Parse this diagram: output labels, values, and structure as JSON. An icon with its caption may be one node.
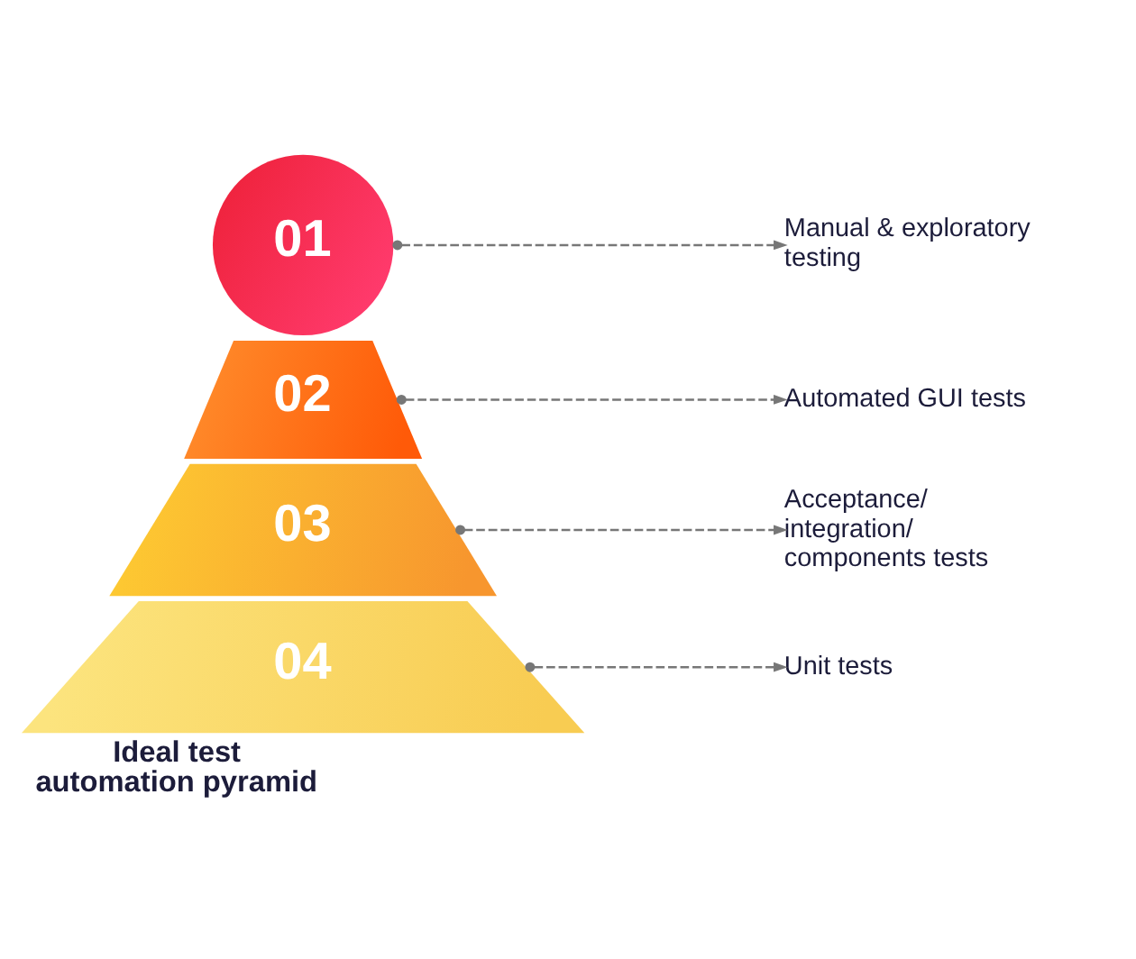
{
  "diagram": {
    "caption": "Ideal test automation pyramid",
    "nodes": [
      {
        "text": [
          "01"
        ]
      },
      {
        "text": [
          "02"
        ]
      },
      {
        "text": [
          "03"
        ]
      },
      {
        "text": [
          "04"
        ]
      },
      {
        "text": [
          "Manual & exploratory testing"
        ]
      },
      {
        "text": [
          "Automated GUI tests"
        ]
      },
      {
        "text": [
          "Acceptance/ integration/ components tests"
        ]
      },
      {
        "text": [
          "Unit tests"
        ]
      }
    ],
    "edges": [
      {
        "from": 0,
        "to": 4,
        "arrow": "to",
        "style": "dashed"
      },
      {
        "from": 1,
        "to": 5,
        "arrow": "to",
        "style": "dashed"
      },
      {
        "from": 2,
        "to": 6,
        "arrow": "to",
        "style": "dashed"
      },
      {
        "from": 3,
        "to": 7,
        "arrow": "to",
        "style": "dashed"
      }
    ]
  }
}
